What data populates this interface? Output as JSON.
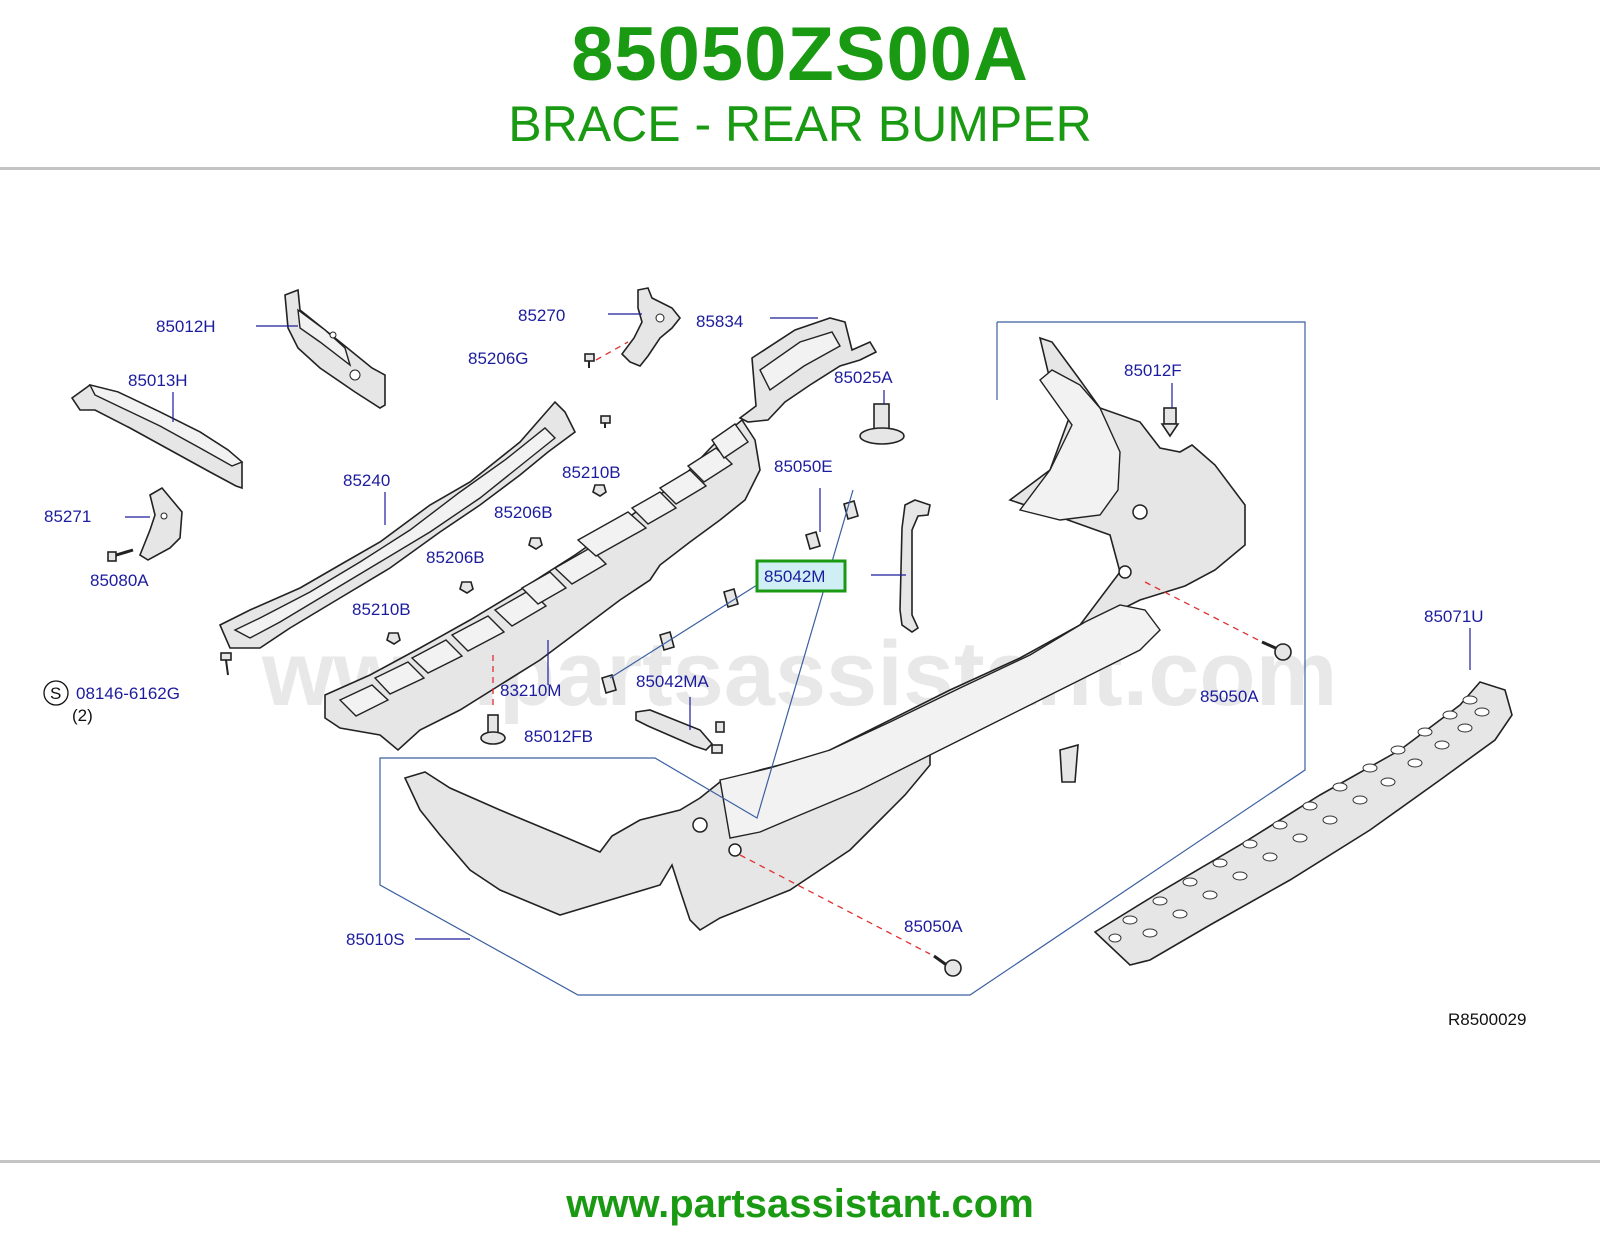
{
  "header": {
    "part_number": "85050ZS00A",
    "description": "BRACE - REAR BUMPER"
  },
  "diagram": {
    "watermark": "www.partsassistant.com",
    "reference_code": "R8500029",
    "highlighted_part": "85042M",
    "labels": {
      "p85012H": "85012H",
      "p85013H": "85013H",
      "p85271": "85271",
      "p85080A": "85080A",
      "s_badge": "S",
      "p08146": "08146-6162G",
      "qty2": "(2)",
      "p85270": "85270",
      "p85206G": "85206G",
      "p85834": "85834",
      "p85025A": "85025A",
      "p85240": "85240",
      "p85210B_top": "85210B",
      "p85206B_top": "85206B",
      "p85206B_mid": "85206B",
      "p85210B_low": "85210B",
      "p83210M": "83210M",
      "p85012FB": "85012FB",
      "p85042MA": "85042MA",
      "p85050E": "85050E",
      "p85042M": "85042M",
      "p85012F": "85012F",
      "p85050A_right": "85050A",
      "p85071U": "85071U",
      "p85010S": "85010S",
      "p85050A_bottom": "85050A"
    }
  },
  "footer": {
    "url": "www.partsassistant.com"
  },
  "colors": {
    "title_green": "#1a9a12",
    "label_blue": "#1c1c9e",
    "highlight_green": "#1a9a12",
    "highlight_fill": "#cfeff4"
  }
}
